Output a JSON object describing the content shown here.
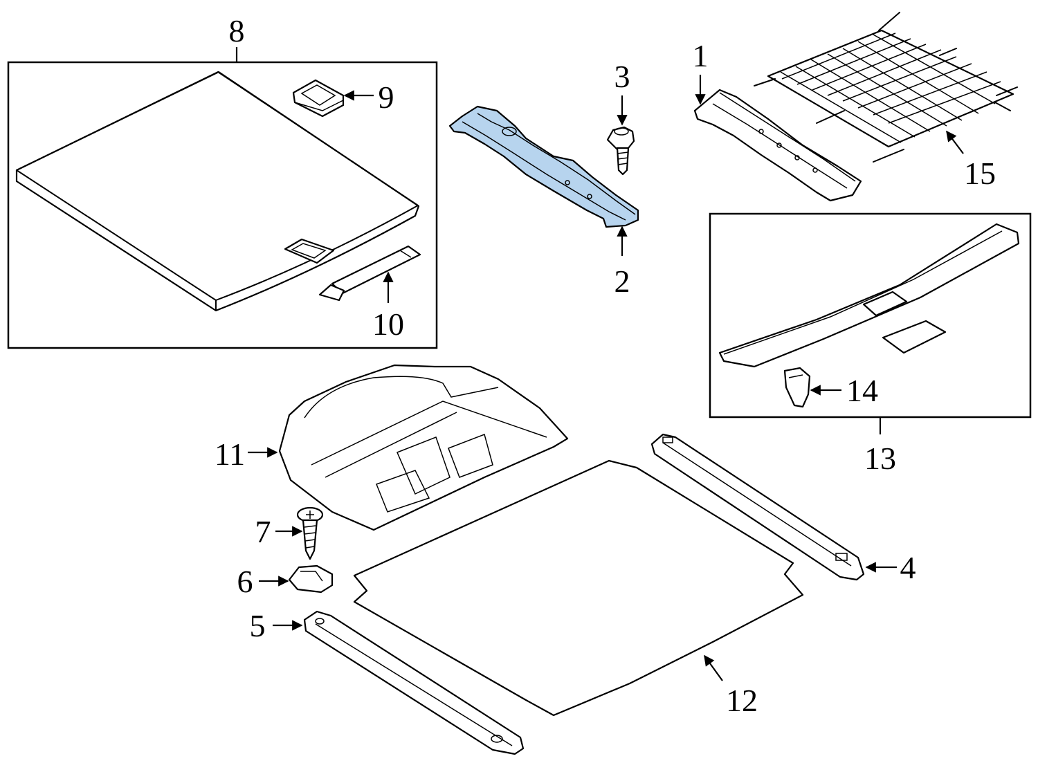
{
  "diagram": {
    "highlight_color": "#b7d4ee",
    "line_color": "#000000",
    "background_color": "#ffffff",
    "callouts": {
      "c1": "1",
      "c2": "2",
      "c3": "3",
      "c4": "4",
      "c5": "5",
      "c6": "6",
      "c7": "7",
      "c8": "8",
      "c9": "9",
      "c10": "10",
      "c11": "11",
      "c12": "12",
      "c13": "13",
      "c14": "14",
      "c15": "15"
    }
  }
}
